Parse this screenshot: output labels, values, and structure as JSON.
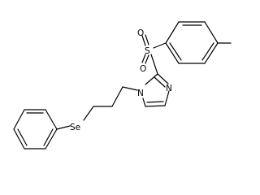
{
  "molecule": {
    "atom_labels": {
      "sulfonyl_oxygen_top": "O",
      "sulfonyl_oxygen_bottom": "O",
      "sulfonyl_sulfur": "S",
      "imidazole_n3": "N",
      "imidazole_n1": "N",
      "selenium": "Se"
    }
  },
  "colors": {
    "bond": "#000000",
    "label": "#000000",
    "background": "#ffffff"
  }
}
